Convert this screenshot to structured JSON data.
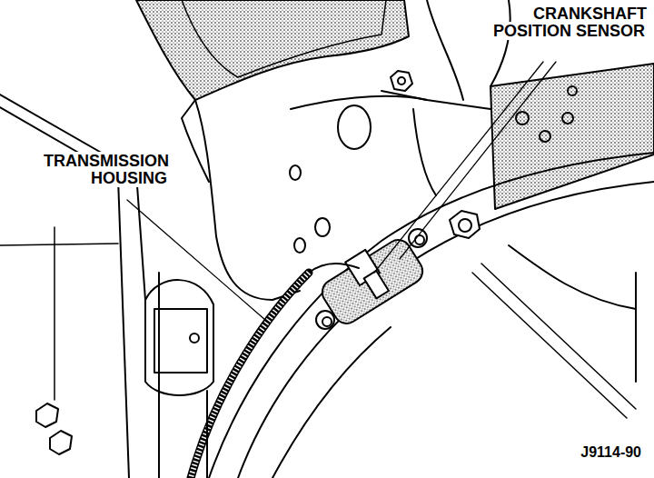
{
  "diagram": {
    "labels": [
      "CRANKSHAFT POSITION SENSOR",
      "TRANSMISSION HOUSING",
      "J9114-90"
    ]
  }
}
